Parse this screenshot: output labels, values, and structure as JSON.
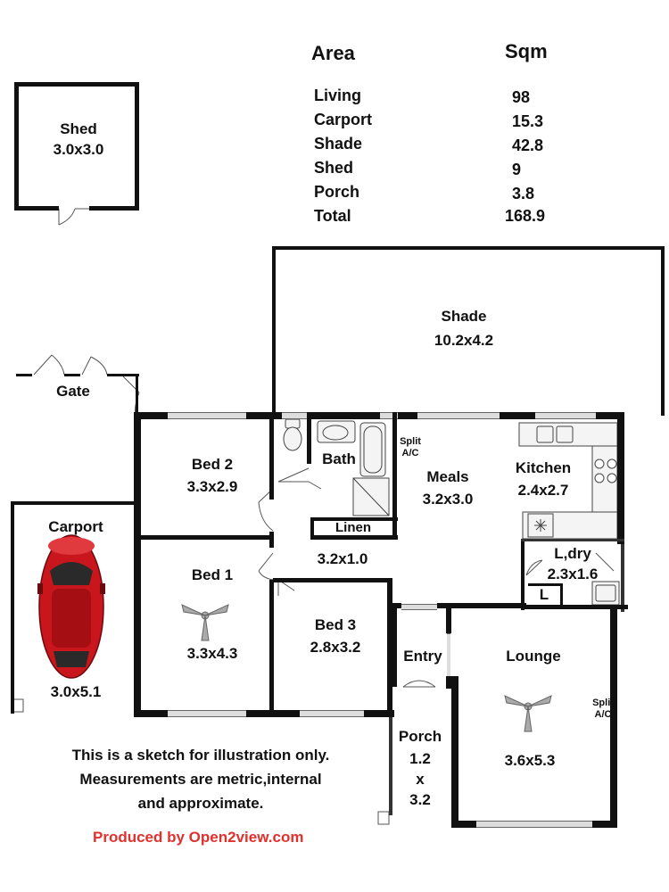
{
  "area_table": {
    "header_area": "Area",
    "header_sqm": "Sqm",
    "rows": [
      {
        "label": "Living",
        "value": "98"
      },
      {
        "label": "Carport",
        "value": "15.3"
      },
      {
        "label": "Shade",
        "value": "42.8"
      },
      {
        "label": "Shed",
        "value": "9"
      },
      {
        "label": "Porch",
        "value": "3.8"
      },
      {
        "label": "Total",
        "value": "168.9"
      }
    ]
  },
  "rooms": {
    "shed": {
      "name": "Shed",
      "size": "3.0x3.0"
    },
    "shade": {
      "name": "Shade",
      "size": "10.2x4.2"
    },
    "gate": {
      "name": "Gate"
    },
    "bed2": {
      "name": "Bed 2",
      "size": "3.3x2.9"
    },
    "bath": {
      "name": "Bath"
    },
    "linen": {
      "name": "Linen"
    },
    "split_ac_top": {
      "line1": "Split",
      "line2": "A/C"
    },
    "meals": {
      "name": "Meals",
      "size": "3.2x3.0"
    },
    "kitchen": {
      "name": "Kitchen",
      "size": "2.4x2.7"
    },
    "carport": {
      "name": "Carport",
      "size": "3.0x5.1"
    },
    "bed1": {
      "name": "Bed 1",
      "size": "3.3x4.3"
    },
    "hall": {
      "size": "3.2x1.0"
    },
    "laundry": {
      "name": "L,dry",
      "size": "2.3x1.6"
    },
    "l_cupboard": {
      "name": "L"
    },
    "bed3": {
      "name": "Bed 3",
      "size": "2.8x3.2"
    },
    "entry": {
      "name": "Entry"
    },
    "lounge": {
      "name": "Lounge",
      "size": "3.6x5.3"
    },
    "split_ac_lounge": {
      "line1": "Split",
      "line2": "A/C"
    },
    "porch": {
      "name": "Porch",
      "line1": "1.2",
      "line2": "x",
      "line3": "3.2"
    }
  },
  "notes": {
    "line1": "This is a sketch for illustration only.",
    "line2": "Measurements are metric,internal",
    "line3": "and approximate.",
    "credit": "Produced by Open2view.com"
  },
  "colors": {
    "wall": "#111111",
    "car_body": "#c9161c",
    "credit": "#e0312d"
  }
}
